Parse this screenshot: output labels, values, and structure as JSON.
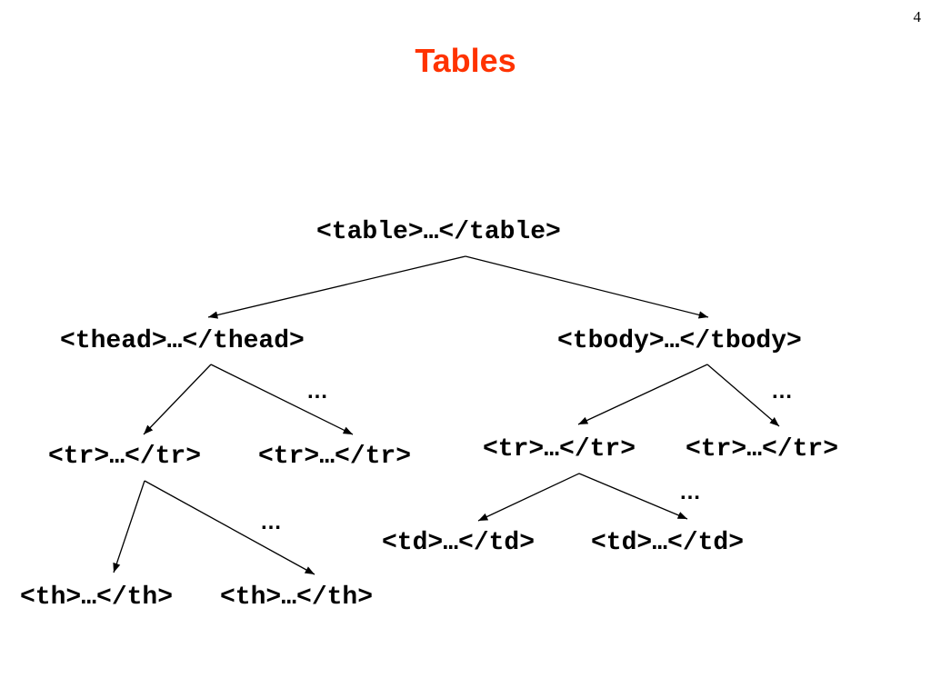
{
  "page_number": "4",
  "title": "Tables",
  "title_color": "#ff3300",
  "nodes": {
    "table": "<table>…</table>",
    "thead": "<thead>…</thead>",
    "tbody": "<tbody>…</tbody>",
    "thead_tr1": "<tr>…</tr>",
    "thead_tr2": "<tr>…</tr>",
    "tbody_tr1": "<tr>…</tr>",
    "tbody_tr2": "<tr>…</tr>",
    "th1": "<th>…</th>",
    "th2": "<th>…</th>",
    "td1": "<td>…</td>",
    "td2": "<td>…</td>"
  },
  "ellipses": {
    "thead_children": "…",
    "tbody_children": "…",
    "tr_children": "…",
    "tbody_tr_children": "…"
  }
}
